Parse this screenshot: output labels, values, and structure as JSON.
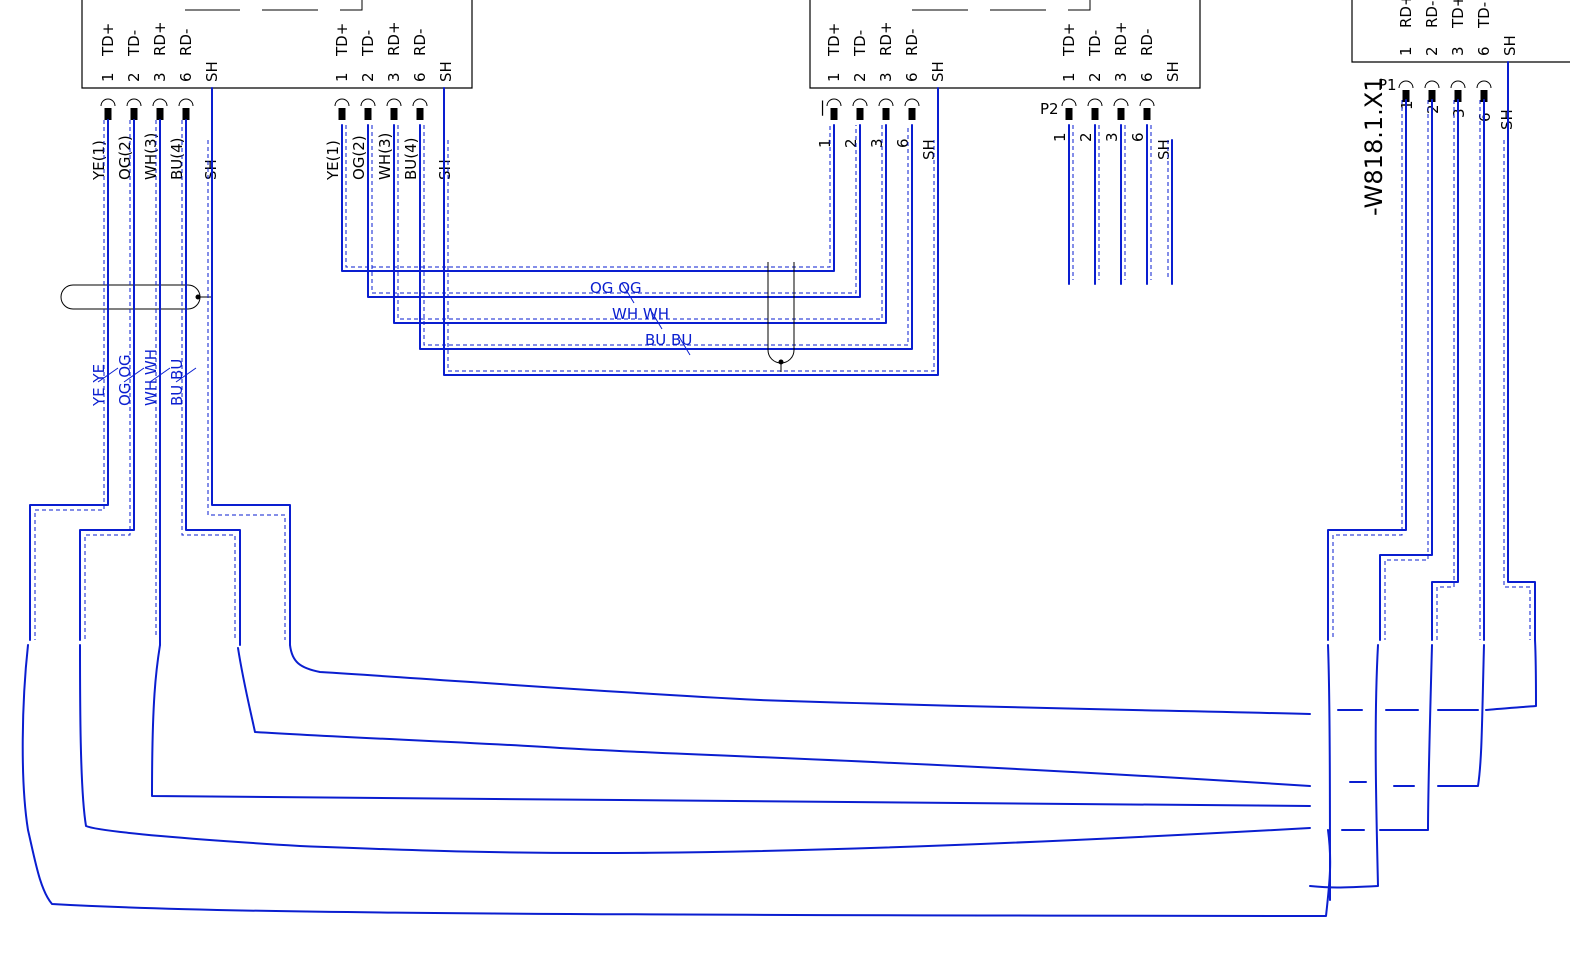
{
  "connectors": [
    {
      "pins": [
        {
          "sig": "TD+",
          "num": "1"
        },
        {
          "sig": "TD-",
          "num": "2"
        },
        {
          "sig": "RD+",
          "num": "3"
        },
        {
          "sig": "RD-",
          "num": "6"
        },
        {
          "sig": "",
          "num": "SH"
        }
      ]
    },
    {
      "pins": [
        {
          "sig": "TD+",
          "num": "1"
        },
        {
          "sig": "TD-",
          "num": "2"
        },
        {
          "sig": "RD+",
          "num": "3"
        },
        {
          "sig": "RD-",
          "num": "6"
        },
        {
          "sig": "",
          "num": "SH"
        }
      ]
    },
    {
      "pins": [
        {
          "sig": "TD+",
          "num": "1"
        },
        {
          "sig": "TD-",
          "num": "2"
        },
        {
          "sig": "RD+",
          "num": "3"
        },
        {
          "sig": "RD-",
          "num": "6"
        },
        {
          "sig": "",
          "num": "SH"
        }
      ]
    },
    {
      "pins": [
        {
          "sig": "TD+",
          "num": "1"
        },
        {
          "sig": "TD-",
          "num": "2"
        },
        {
          "sig": "RD+",
          "num": "3"
        },
        {
          "sig": "RD-",
          "num": "6"
        },
        {
          "sig": "",
          "num": "SH"
        }
      ]
    },
    {
      "pins": [
        {
          "sig": "RD+",
          "num": "1"
        },
        {
          "sig": "RD-",
          "num": "2"
        },
        {
          "sig": "TD+",
          "num": "3"
        },
        {
          "sig": "TD-",
          "num": "6"
        },
        {
          "sig": "",
          "num": "SH"
        }
      ]
    }
  ],
  "cable_labels": {
    "c1": [
      "YE(1)",
      "OG(2)",
      "WH(3)",
      "BU(4)",
      "SH"
    ],
    "c2": [
      "YE(1)",
      "OG(2)",
      "WH(3)",
      "BU(4)",
      "SH"
    ],
    "c3": [
      "1",
      "2",
      "3",
      "6",
      "SH"
    ],
    "c4": [
      "1",
      "2",
      "3",
      "6",
      "SH"
    ],
    "c5": [
      "1",
      "2",
      "3",
      "6",
      "SH"
    ]
  },
  "plug_tags": {
    "p2": "P2",
    "p1": "P1",
    "tick": "|"
  },
  "colour_pairs": {
    "left": [
      "YE_YE",
      "OG_OG",
      "WH_WH",
      "BU_BU"
    ],
    "middle": [
      "OG_OG",
      "WH_WH",
      "BU_BU"
    ]
  },
  "designation": "-W818.1.X1",
  "colors": {
    "wire": "#0a1ed0",
    "outline": "#000000",
    "background": "#ffffff"
  }
}
